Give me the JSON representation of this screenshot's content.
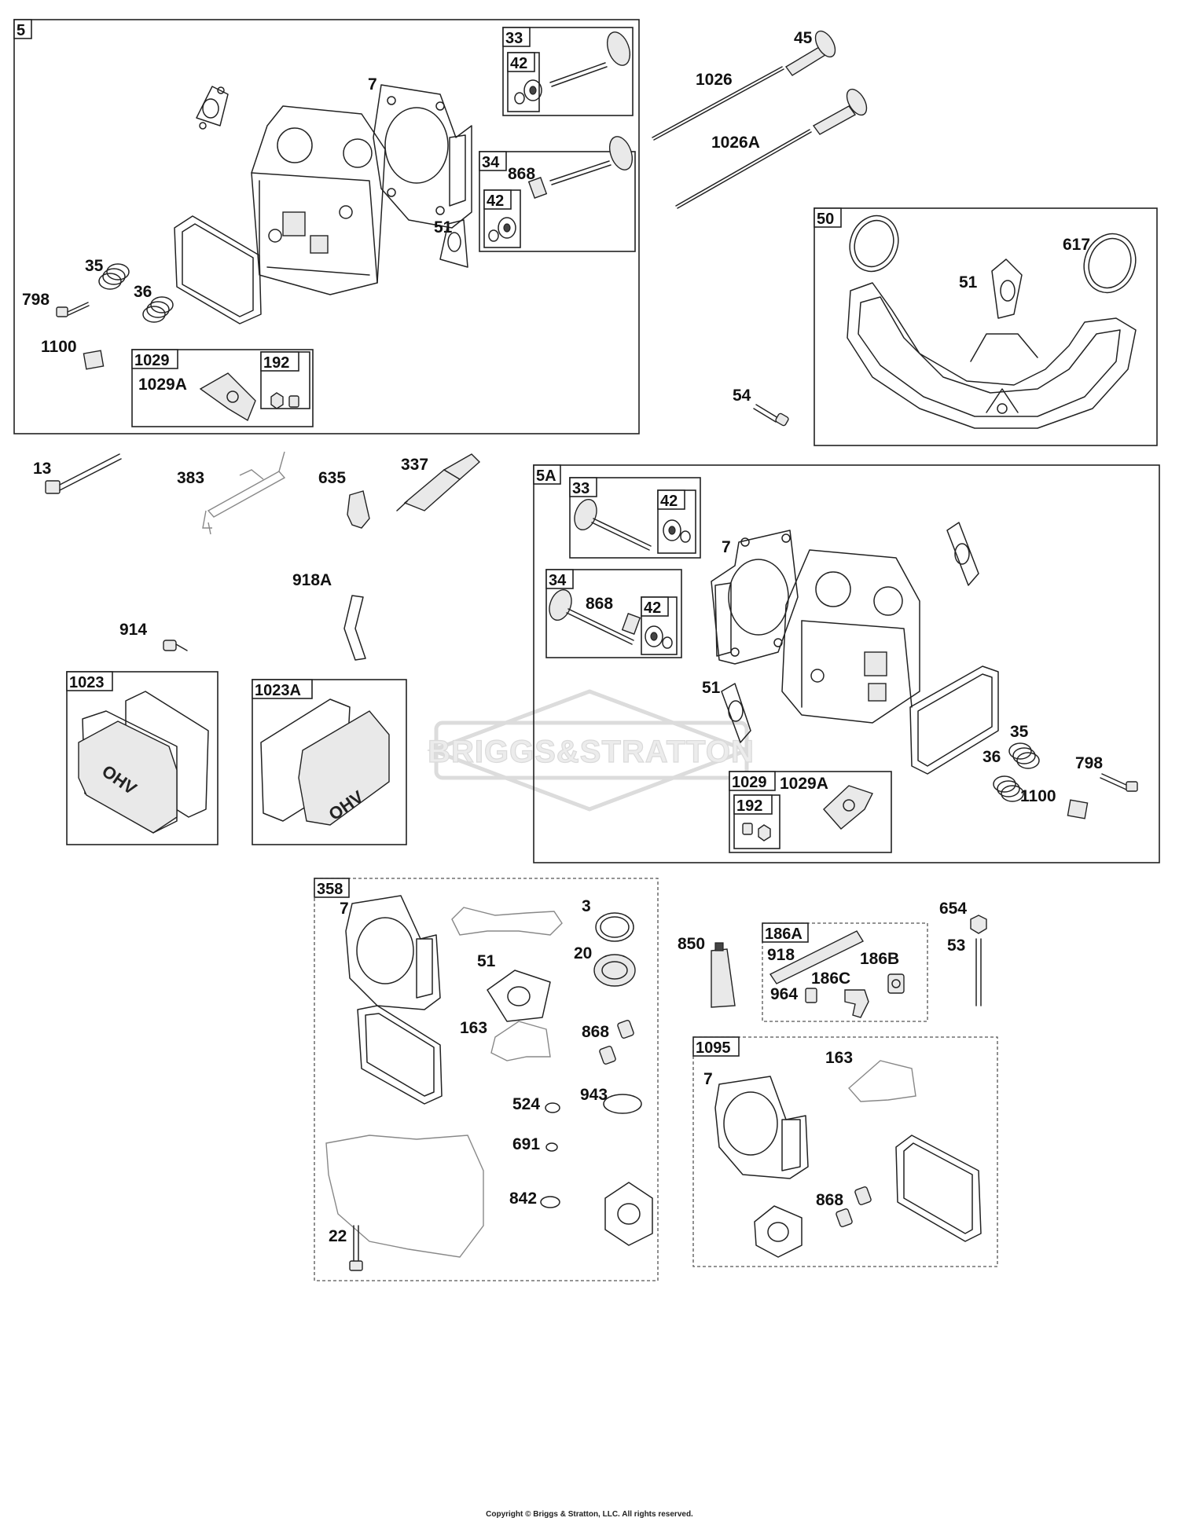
{
  "watermark": {
    "brand": "BRIGGS&STRATTON"
  },
  "copyright": "Copyright © Briggs & Stratton, LLC. All rights reserved.",
  "groups": {
    "g5": "5",
    "g33a": "33",
    "g42a": "42",
    "g34a": "34",
    "g42b": "42",
    "g1029a": "1029",
    "g192a": "192",
    "g50": "50",
    "g5A": "5A",
    "g33b": "33",
    "g42c": "42",
    "g34b": "34",
    "g42d": "42",
    "g1029b": "1029",
    "g192b": "192",
    "g1023": "1023",
    "g1023A": "1023A",
    "g358": "358",
    "g186A": "186A",
    "g1095": "1095"
  },
  "callouts": {
    "c7a": "7",
    "c868a": "868",
    "c51a": "51",
    "c35a": "35",
    "c798a": "798",
    "c36a": "36",
    "c1100a": "1100",
    "c1029Aa": "1029A",
    "c45": "45",
    "c1026": "1026",
    "c1026A": "1026A",
    "c617": "617",
    "c51b": "51",
    "c54": "54",
    "c13": "13",
    "c383": "383",
    "c635": "635",
    "c337": "337",
    "c918A": "918A",
    "c914": "914",
    "c7b": "7",
    "c868b": "868",
    "c51c": "51",
    "c35b": "35",
    "c36b": "36",
    "c798b": "798",
    "c1100b": "1100",
    "c1029Ab": "1029A",
    "c7c": "7",
    "c3": "3",
    "c20": "20",
    "c51d": "51",
    "c163a": "163",
    "c868c": "868",
    "c524": "524",
    "c943": "943",
    "c691": "691",
    "c842": "842",
    "c22": "22",
    "c850": "850",
    "c918": "918",
    "c186B": "186B",
    "c186C": "186C",
    "c964": "964",
    "c654": "654",
    "c53": "53",
    "c163b": "163",
    "c7d": "7",
    "c868d": "868"
  }
}
